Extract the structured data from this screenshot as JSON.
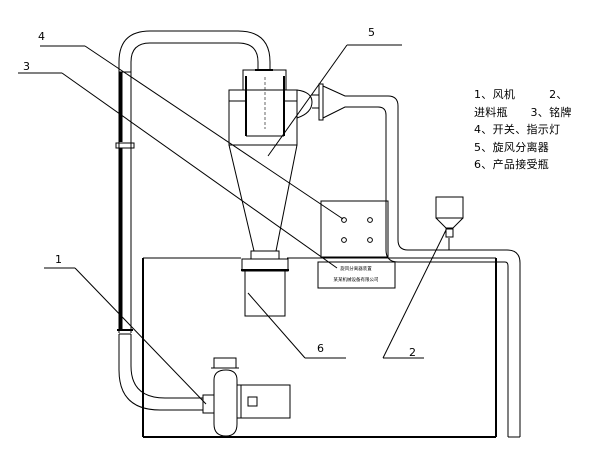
{
  "callouts": {
    "c1": "1",
    "c2": "2",
    "c3": "3",
    "c4": "4",
    "c5": "5",
    "c6": "6"
  },
  "nameplate": {
    "line1": "旋风分离器装置",
    "line2": "某某机械设备有限公司"
  },
  "legend": {
    "text": "1、风机　　　2、进料瓶　　3、铭牌　　　4、开关、指示灯　5、旋风分离器　6、产品接受瓶"
  }
}
